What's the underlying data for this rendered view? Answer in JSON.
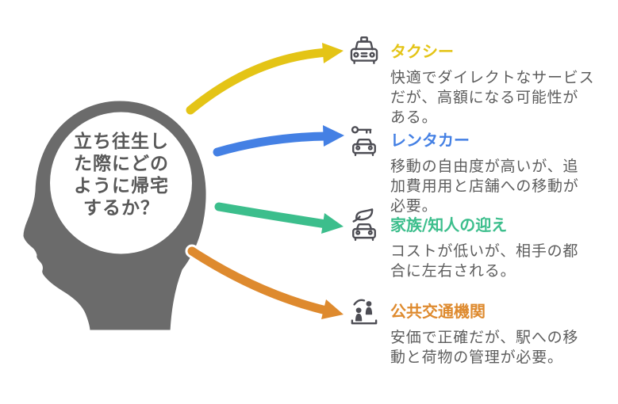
{
  "background_color": "#ffffff",
  "head": {
    "color": "#6b6b6b",
    "text_color": "#585858",
    "bubble_color": "#ffffff",
    "question_lines": [
      "立ち往生し",
      "た際にどの",
      "ように帰宅",
      "するか？"
    ]
  },
  "icon_color": "#4d4d54",
  "desc_color": "#5d5d5d",
  "options": [
    {
      "id": "taxi",
      "label": "タクシー",
      "color": "#e4c416",
      "icon": "taxi-icon",
      "desc_lines": [
        "快適でダイレクトなサービス",
        "だが、高額になる可能性が",
        "ある。"
      ]
    },
    {
      "id": "rental-car",
      "label": "レンタカー",
      "color": "#4480e4",
      "icon": "car-rental-icon",
      "desc_lines": [
        "移動の自由度が高いが、追",
        "加費用用と店舗への移動が",
        "必要。"
      ]
    },
    {
      "id": "family-pickup",
      "label": "家族/知人の迎え",
      "color": "#3cbe8c",
      "icon": "eco-car-icon",
      "desc_lines": [
        "コストが低いが、相手の都",
        "合に左右される。"
      ]
    },
    {
      "id": "public-transit",
      "label": "公共交通機関",
      "color": "#de8a2e",
      "icon": "transit-station-icon",
      "desc_lines": [
        "安価で正確だが、駅への移",
        "動と荷物の管理が必要。"
      ]
    }
  ]
}
